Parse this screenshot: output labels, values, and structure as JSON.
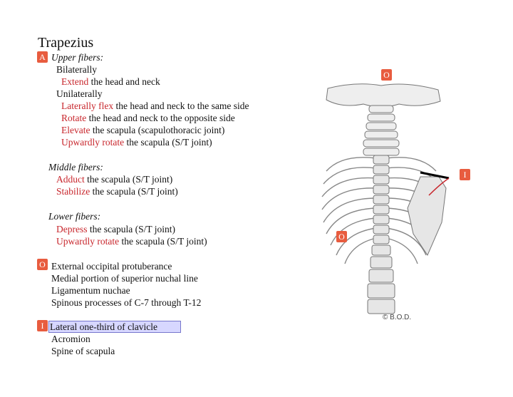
{
  "title": "Trapezius",
  "badges": {
    "action": "A",
    "origin": "O",
    "insertion": "I"
  },
  "upper": {
    "heading": "Upper fibers:",
    "bilaterally": "Bilaterally",
    "extend": {
      "verb": "Extend",
      "rest": " the head and neck"
    },
    "unilaterally": "Unilaterally",
    "flex": {
      "verb": "Laterally flex",
      "rest": " the head and neck to the same side"
    },
    "rotate": {
      "verb": "Rotate",
      "rest": " the head and neck to the opposite side"
    },
    "elevate": {
      "verb": "Elevate",
      "rest": " the scapula (scapulothoracic joint)"
    },
    "upward": {
      "verb": "Upwardly rotate",
      "rest": " the scapula (S/T joint)"
    }
  },
  "middle": {
    "heading": "Middle fibers:",
    "adduct": {
      "verb": "Adduct",
      "rest": " the scapula (S/T joint)"
    },
    "stabilize": {
      "verb": "Stabilize",
      "rest": " the scapula (S/T joint)"
    }
  },
  "lower": {
    "heading": "Lower fibers:",
    "depress": {
      "verb": "Depress",
      "rest": " the scapula (S/T joint)"
    },
    "upward": {
      "verb": "Upwardly rotate",
      "rest": " the scapula (S/T joint)"
    }
  },
  "origin": [
    "External occipital protuberance",
    "Medial portion of superior nuchal line",
    "Ligamentum nuchae",
    "Spinous processes of C-7 through T-12"
  ],
  "insertion": [
    "Lateral one-third of clavicle",
    "Acromion",
    "Spine of scapula"
  ],
  "copyright": "© B.O.D.",
  "colors": {
    "action_verb": "#c8262c",
    "badge": "#e85c3f",
    "highlight": "#d7d7ff"
  }
}
